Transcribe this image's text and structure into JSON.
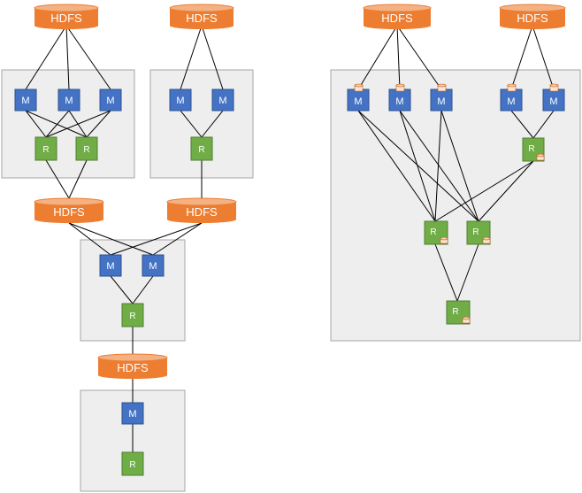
{
  "labels": {
    "hdfs": "HDFS",
    "map": "M",
    "reduce": "R"
  },
  "colors": {
    "hdfs": "#ed7d31",
    "map": "#4472c4",
    "reduce": "#70ad47",
    "stage_fill": "#eeeeee",
    "stage_border": "#a6a6a6",
    "cache": "#f8cbad"
  },
  "diagrams": [
    {
      "name": "multi-stage-mapreduce",
      "stages": 4,
      "hdfs_stores": 5
    },
    {
      "name": "single-dag-with-caches",
      "stages": 1,
      "hdfs_stores": 2
    }
  ]
}
